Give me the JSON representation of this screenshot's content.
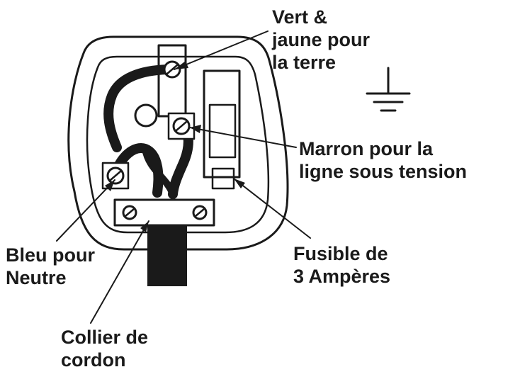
{
  "diagram": {
    "labels": {
      "earth": [
        "Vert &",
        "jaune pour",
        "la terre"
      ],
      "live": [
        "Marron pour la",
        "ligne sous tension"
      ],
      "neutral": [
        "Bleu pour",
        "Neutre"
      ],
      "fuse": [
        "Fusible de",
        "3 Ampères"
      ],
      "cord_grip": [
        "Collier de",
        "cordon"
      ]
    },
    "symbols": {
      "earth_symbol": "earth-ground-symbol"
    },
    "colors": {
      "ink": "#1a1a1a",
      "background": "#ffffff"
    }
  }
}
